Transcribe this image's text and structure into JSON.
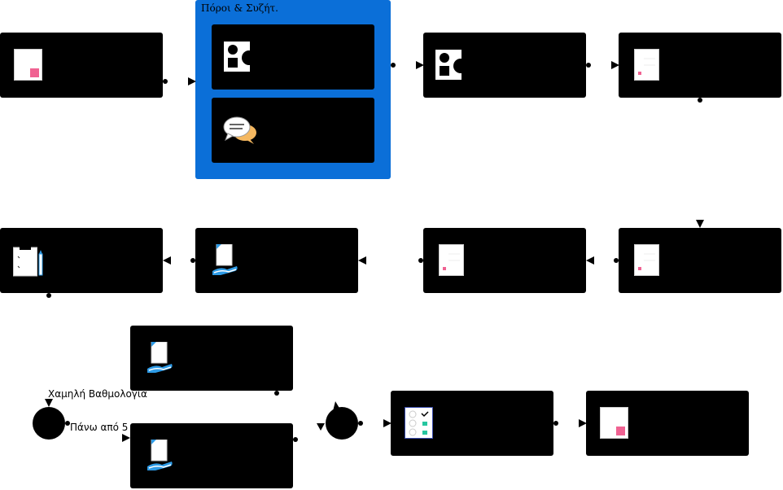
{
  "group": {
    "title": "Πόροι & Συζήτ."
  },
  "edge_labels": {
    "low_score": "Χαμηλή Βαθμολογία",
    "above_5": "Πάνω από 5"
  },
  "colors": {
    "node_fill": "#000000",
    "group_fill": "#0b6fd8",
    "accent_pink": "#f06292",
    "accent_blue": "#2e9be6",
    "accent_green": "#26c6a0",
    "chat_orange": "#f5b860"
  }
}
